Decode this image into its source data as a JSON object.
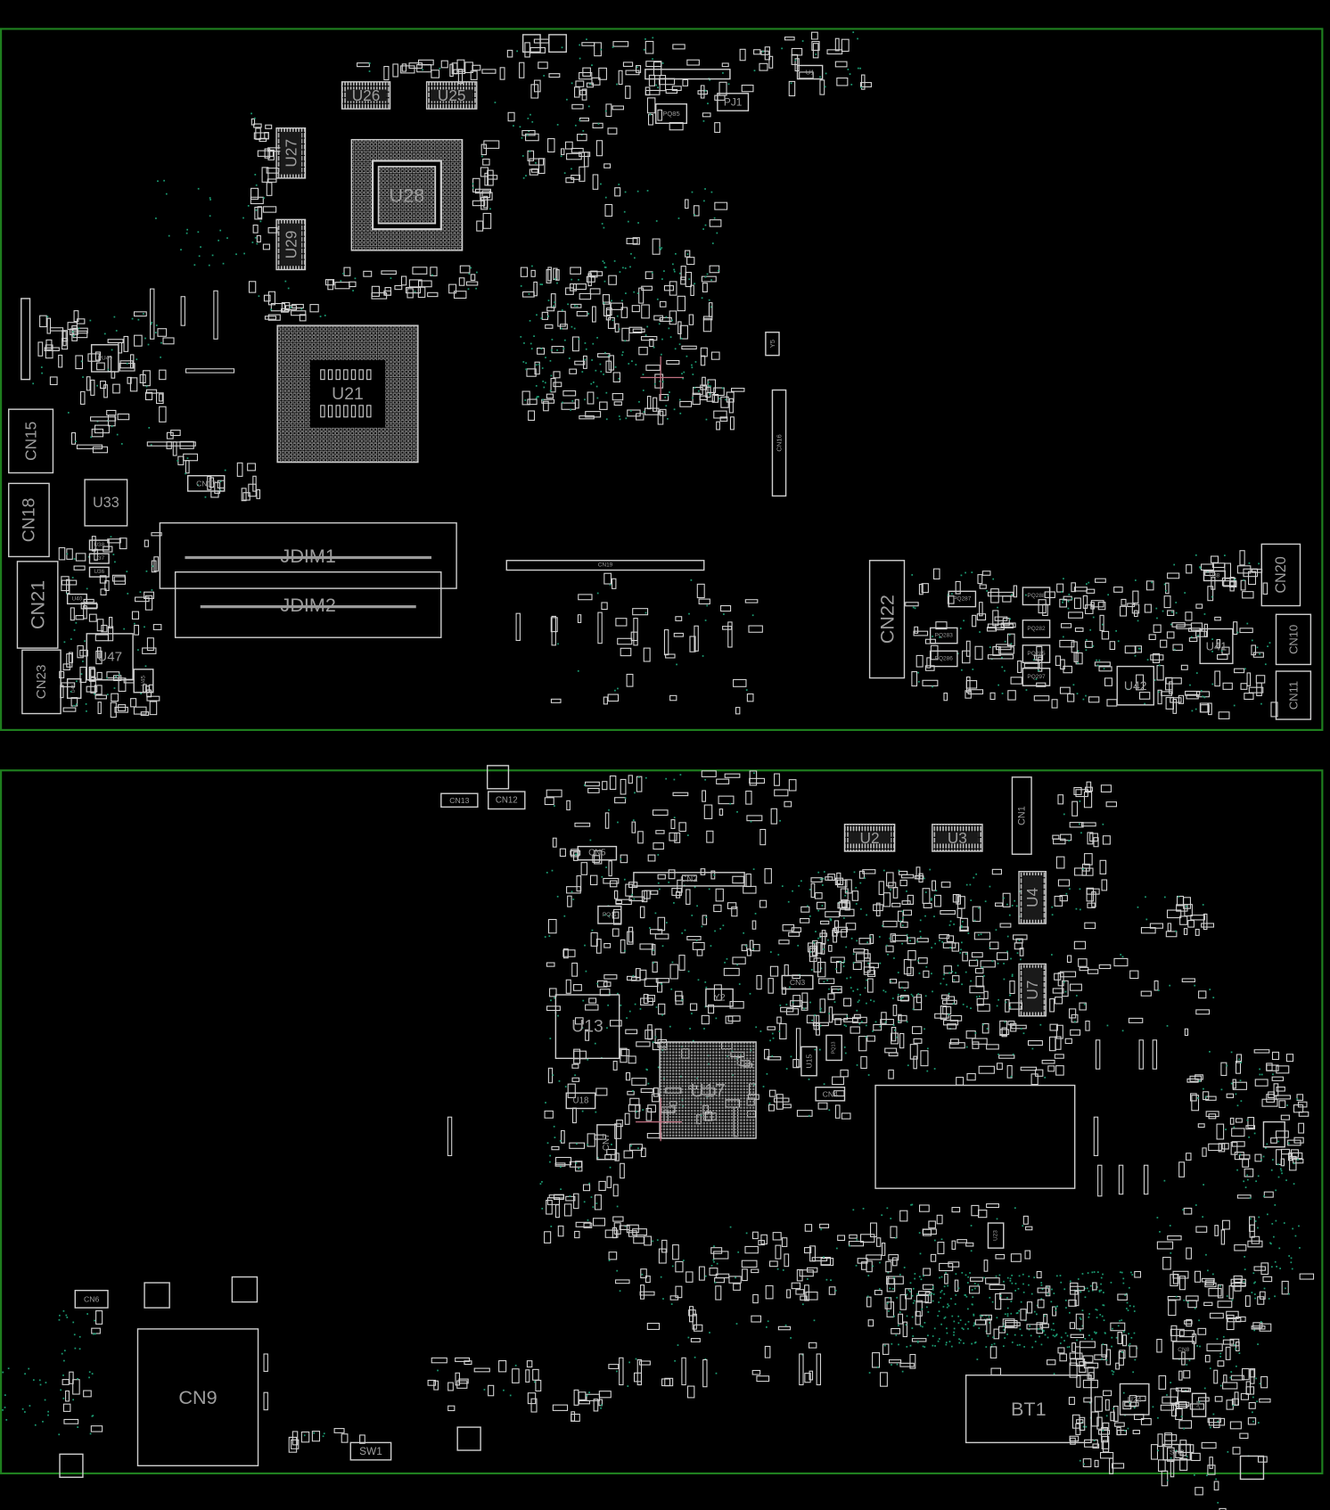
{
  "viewer": {
    "title": "Boardview",
    "layers": [
      "top",
      "bottom"
    ]
  },
  "colors": {
    "board_outline": "#1f7f1f",
    "component_outline": "#cfcfcf",
    "via": "#1b9c73",
    "label": "#9d9d9d",
    "cursor": "#c07080"
  },
  "top_board": {
    "labels": {
      "U26": "U26",
      "U25": "U25",
      "PJ1": "PJ1",
      "PQ85": "PQ85",
      "U1": "U1",
      "U27": "U27",
      "U29": "U29",
      "U28": "U28",
      "U21": "U21",
      "PU40": "PU40",
      "CN15": "CN15",
      "CN18": "CN18",
      "CN21": "CN21",
      "CN23": "CN23",
      "U33": "U33",
      "CN17": "CN17",
      "U47": "U47",
      "U40": "U40",
      "U36": "U36",
      "U37": "U37",
      "U38a": "U38",
      "U45": "U45",
      "U46": "U46",
      "JDIM1": "JDIM1",
      "JDIM2": "JDIM2",
      "CN16": "CN16",
      "Y5": "Y5",
      "CN19": "CN19",
      "CN22": "CN22",
      "PQ287": "PQ287",
      "PQ283": "PQ283",
      "PQ286": "PQ286",
      "PQ288": "PQ288",
      "PQ282": "PQ282",
      "PQ285": "PQ285",
      "PQ297": "PQ297",
      "U42": "U42",
      "U41": "U41",
      "U38": "U38",
      "CN20": "CN20",
      "CN10": "CN10",
      "CN11": "CN11"
    }
  },
  "bottom_board": {
    "labels": {
      "CN13": "CN13",
      "CN12": "CN12",
      "CN5": "CN5",
      "CN2": "CN2",
      "PQ11": "PQ11",
      "U2": "U2",
      "U3": "U3",
      "CN1": "CN1",
      "U4": "U4",
      "U7": "U7",
      "U13": "U13",
      "U17": "U17",
      "U18": "U18",
      "CN7": "CN7",
      "Y2": "Y2",
      "CN3": "CN3",
      "CN4": "CN4",
      "U15": "U15",
      "PQ13": "PQ13",
      "CN9": "CN9",
      "CN6": "CN6",
      "SW1": "SW1",
      "BT1": "BT1",
      "U24": "U24",
      "SW2": "SW2",
      "CN8": "CN8",
      "U23": "U23",
      "U48": "U48"
    }
  }
}
